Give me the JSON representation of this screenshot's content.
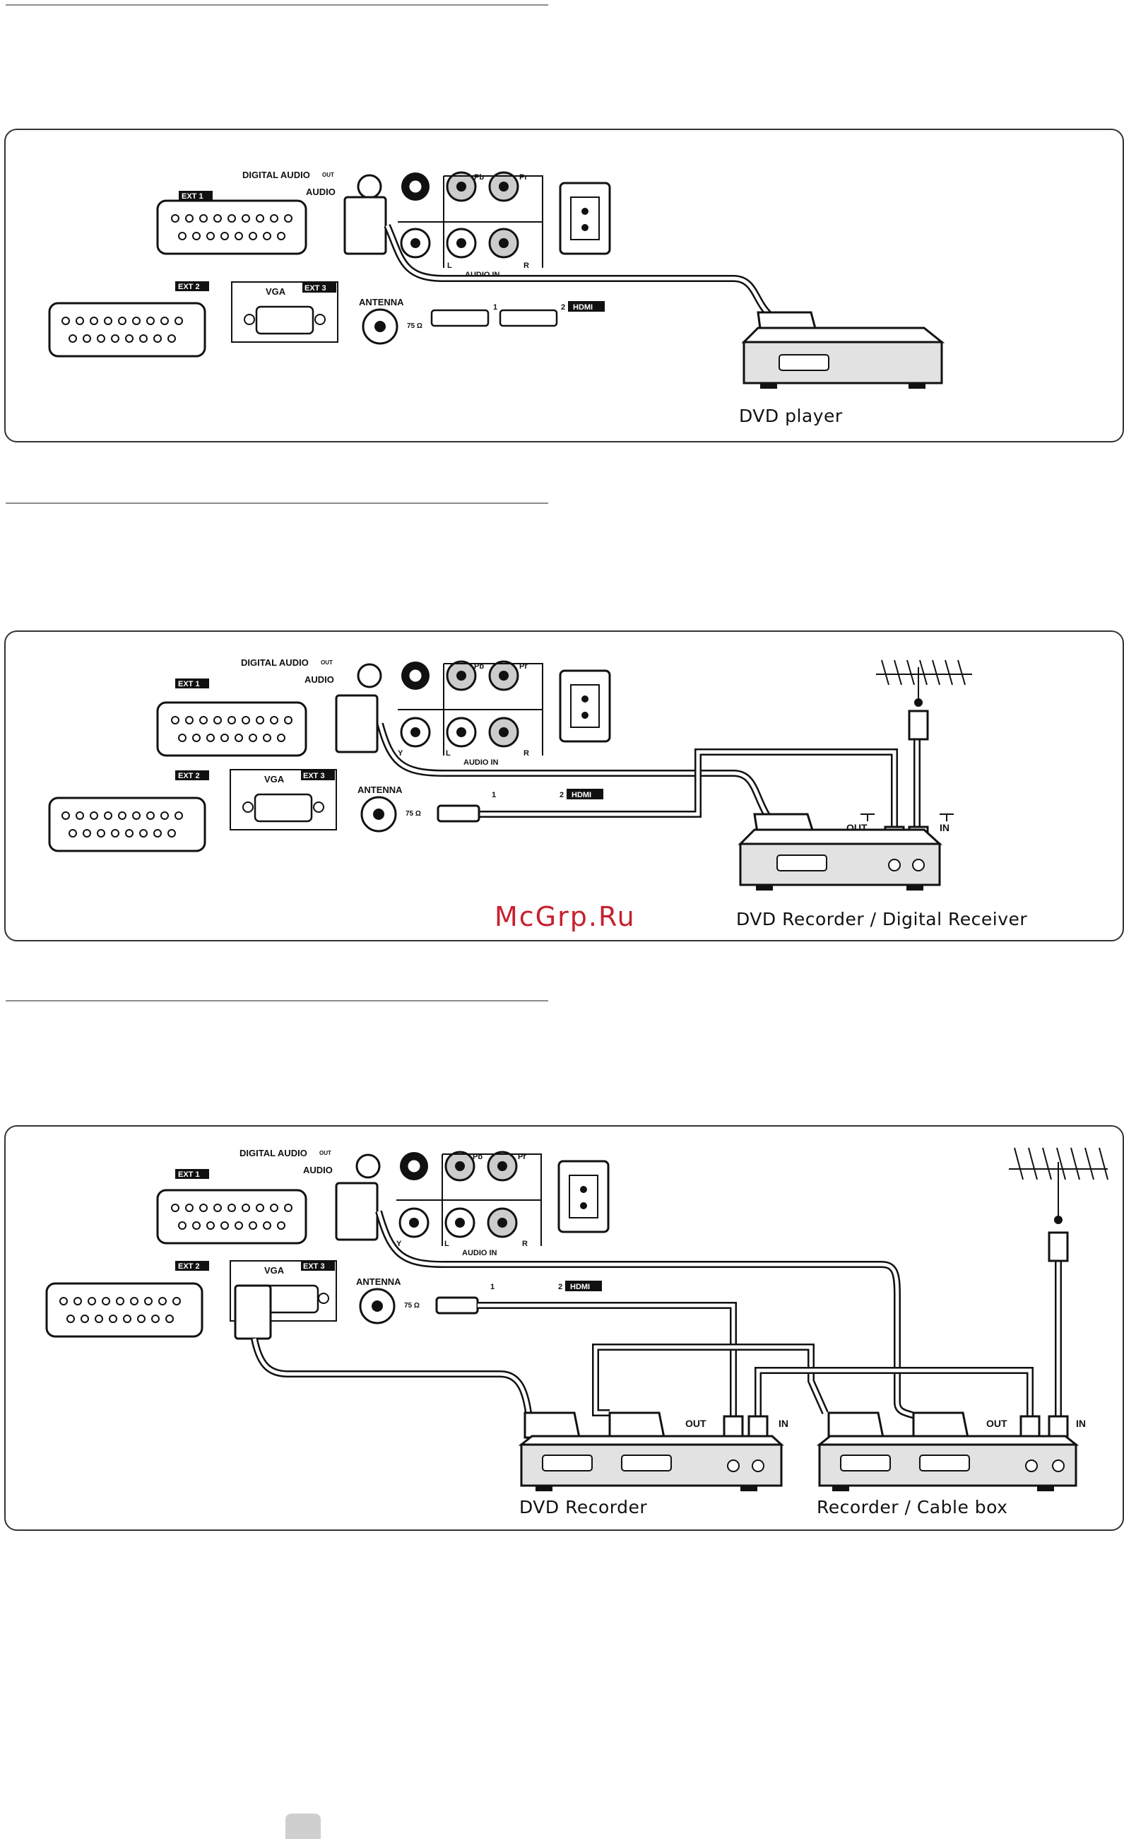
{
  "watermark": "McGrp.Ru",
  "tv_panel": {
    "digital_audio_out": "DIGITAL AUDIO",
    "out_small": "OUT",
    "audio_out": "AUDIO",
    "ext1": "EXT 1",
    "ext2": "EXT 2",
    "ext3": "EXT 3",
    "vga": "VGA",
    "antenna": "ANTENNA",
    "ohm": "75 Ω",
    "hdmi": "HDMI",
    "hdmi_1": "1",
    "hdmi_2": "2",
    "pb": "Pb",
    "pr": "Pr",
    "y": "Y",
    "l": "L",
    "r": "R",
    "audio_in": "AUDIO IN"
  },
  "device_ports": {
    "out": "OUT",
    "in": "IN"
  },
  "diagrams": [
    {
      "caption": "DVD player"
    },
    {
      "caption": "DVD Recorder / Digital Receiver"
    },
    {
      "captions": [
        "DVD Recorder",
        "Recorder / Cable box"
      ]
    }
  ]
}
